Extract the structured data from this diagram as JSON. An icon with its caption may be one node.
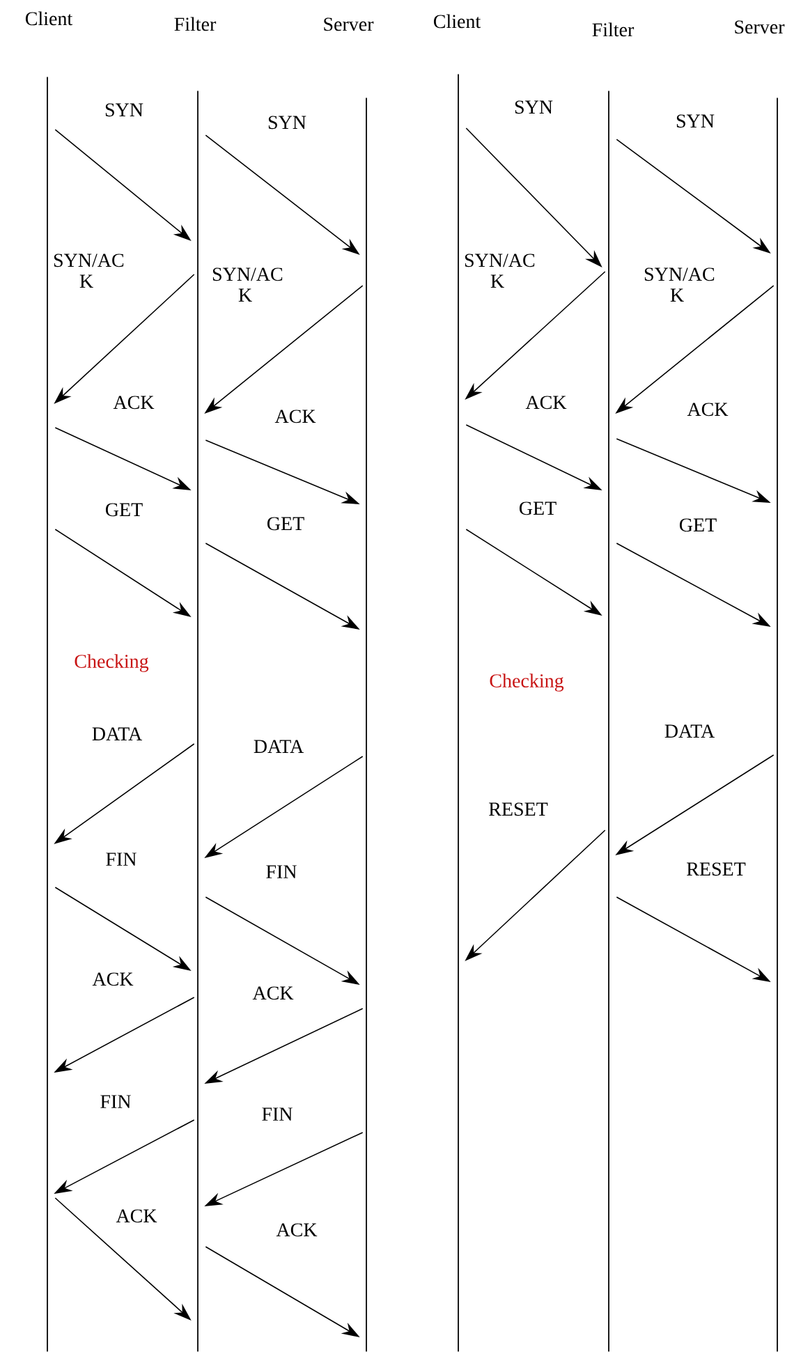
{
  "diagram": {
    "nodes": [
      {
        "text": [
          "Client"
        ]
      },
      {
        "text": [
          "Filter"
        ]
      },
      {
        "text": [
          "Server"
        ]
      },
      {
        "text": [
          "Client"
        ]
      },
      {
        "text": [
          "Filter"
        ]
      },
      {
        "text": [
          "Server"
        ]
      }
    ],
    "edges": [
      {
        "from": 0,
        "to": 1,
        "arrow": "to",
        "label": "SYN"
      },
      {
        "from": 1,
        "to": 2,
        "arrow": "to",
        "label": "SYN"
      },
      {
        "from": 2,
        "to": 1,
        "arrow": "to",
        "label": "SYN/AC K"
      },
      {
        "from": 1,
        "to": 0,
        "arrow": "to",
        "label": "SYN/AC K"
      },
      {
        "from": 0,
        "to": 1,
        "arrow": "to",
        "label": "ACK"
      },
      {
        "from": 1,
        "to": 2,
        "arrow": "to",
        "label": "ACK"
      },
      {
        "from": 0,
        "to": 1,
        "arrow": "to",
        "label": "GET"
      },
      {
        "from": 1,
        "to": 2,
        "arrow": "to",
        "label": "GET"
      },
      {
        "from": 1,
        "to": 0,
        "arrow": "to",
        "label": "DATA"
      },
      {
        "from": 2,
        "to": 1,
        "arrow": "to",
        "label": "DATA"
      },
      {
        "from": 0,
        "to": 1,
        "arrow": "to",
        "label": "FIN"
      },
      {
        "from": 1,
        "to": 2,
        "arrow": "to",
        "label": "FIN"
      },
      {
        "from": 1,
        "to": 0,
        "arrow": "to",
        "label": "ACK"
      },
      {
        "from": 2,
        "to": 1,
        "arrow": "to",
        "label": "ACK"
      },
      {
        "from": 1,
        "to": 0,
        "arrow": "to",
        "label": "FIN"
      },
      {
        "from": 2,
        "to": 1,
        "arrow": "to",
        "label": "FIN"
      },
      {
        "from": 0,
        "to": 1,
        "arrow": "to",
        "label": "ACK"
      },
      {
        "from": 1,
        "to": 2,
        "arrow": "to",
        "label": "ACK"
      },
      {
        "from": 3,
        "to": 4,
        "arrow": "to",
        "label": "SYN"
      },
      {
        "from": 4,
        "to": 5,
        "arrow": "to",
        "label": "SYN"
      },
      {
        "from": 5,
        "to": 4,
        "arrow": "to",
        "label": "SYN/AC K"
      },
      {
        "from": 4,
        "to": 3,
        "arrow": "to",
        "label": "SYN/AC K"
      },
      {
        "from": 3,
        "to": 4,
        "arrow": "to",
        "label": "ACK"
      },
      {
        "from": 4,
        "to": 5,
        "arrow": "to",
        "label": "ACK"
      },
      {
        "from": 3,
        "to": 4,
        "arrow": "to",
        "label": "GET"
      },
      {
        "from": 4,
        "to": 5,
        "arrow": "to",
        "label": "GET"
      },
      {
        "from": 5,
        "to": 4,
        "arrow": "to",
        "label": "DATA"
      },
      {
        "from": 4,
        "to": 3,
        "arrow": "to",
        "label": "RESET"
      },
      {
        "from": 4,
        "to": 5,
        "arrow": "to",
        "label": "RESET"
      }
    ],
    "labels": [
      "Checking",
      "Checking"
    ]
  }
}
